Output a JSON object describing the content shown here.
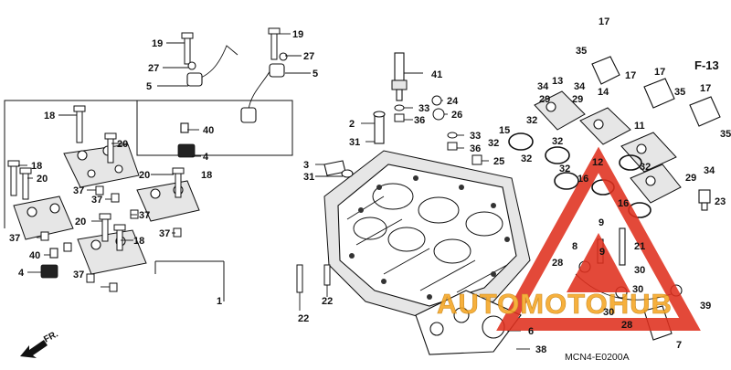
{
  "diagram": {
    "section_code": "F-13",
    "figure_code": "MCN4-E0200A",
    "front_label": "FR.",
    "watermark_text": "AUTOMOTOHUB",
    "colors": {
      "line": "#111111",
      "watermark_red": "#e0301e",
      "watermark_orange": "#f5a623"
    },
    "callouts": [
      {
        "id": "c1",
        "text": "1"
      },
      {
        "id": "c2",
        "text": "2"
      },
      {
        "id": "c3",
        "text": "3"
      },
      {
        "id": "c4a",
        "text": "4"
      },
      {
        "id": "c4b",
        "text": "4"
      },
      {
        "id": "c5a",
        "text": "5"
      },
      {
        "id": "c5b",
        "text": "5"
      },
      {
        "id": "c6",
        "text": "6"
      },
      {
        "id": "c7",
        "text": "7"
      },
      {
        "id": "c8",
        "text": "8"
      },
      {
        "id": "c9a",
        "text": "9"
      },
      {
        "id": "c9b",
        "text": "9"
      },
      {
        "id": "c11",
        "text": "11"
      },
      {
        "id": "c12",
        "text": "12"
      },
      {
        "id": "c13",
        "text": "13"
      },
      {
        "id": "c14",
        "text": "14"
      },
      {
        "id": "c15",
        "text": "15"
      },
      {
        "id": "c16a",
        "text": "16"
      },
      {
        "id": "c16b",
        "text": "16"
      },
      {
        "id": "c17a",
        "text": "17"
      },
      {
        "id": "c17b",
        "text": "17"
      },
      {
        "id": "c17c",
        "text": "17"
      },
      {
        "id": "c17d",
        "text": "17"
      },
      {
        "id": "c18a",
        "text": "18"
      },
      {
        "id": "c18b",
        "text": "18"
      },
      {
        "id": "c18c",
        "text": "18"
      },
      {
        "id": "c18d",
        "text": "18"
      },
      {
        "id": "c19a",
        "text": "19"
      },
      {
        "id": "c19b",
        "text": "19"
      },
      {
        "id": "c20a",
        "text": "20"
      },
      {
        "id": "c20b",
        "text": "20"
      },
      {
        "id": "c20c",
        "text": "20"
      },
      {
        "id": "c20d",
        "text": "20"
      },
      {
        "id": "c21",
        "text": "21"
      },
      {
        "id": "c22a",
        "text": "22"
      },
      {
        "id": "c22b",
        "text": "22"
      },
      {
        "id": "c23",
        "text": "23"
      },
      {
        "id": "c24",
        "text": "24"
      },
      {
        "id": "c25",
        "text": "25"
      },
      {
        "id": "c26",
        "text": "26"
      },
      {
        "id": "c27a",
        "text": "27"
      },
      {
        "id": "c27b",
        "text": "27"
      },
      {
        "id": "c28a",
        "text": "28"
      },
      {
        "id": "c28b",
        "text": "28"
      },
      {
        "id": "c29a",
        "text": "29"
      },
      {
        "id": "c29b",
        "text": "29"
      },
      {
        "id": "c29c",
        "text": "29"
      },
      {
        "id": "c30a",
        "text": "30"
      },
      {
        "id": "c30b",
        "text": "30"
      },
      {
        "id": "c30c",
        "text": "30"
      },
      {
        "id": "c31a",
        "text": "31"
      },
      {
        "id": "c31b",
        "text": "31"
      },
      {
        "id": "c32a",
        "text": "32"
      },
      {
        "id": "c32b",
        "text": "32"
      },
      {
        "id": "c32c",
        "text": "32"
      },
      {
        "id": "c32d",
        "text": "32"
      },
      {
        "id": "c32e",
        "text": "32"
      },
      {
        "id": "c32f",
        "text": "32"
      },
      {
        "id": "c33a",
        "text": "33"
      },
      {
        "id": "c33b",
        "text": "33"
      },
      {
        "id": "c34a",
        "text": "34"
      },
      {
        "id": "c34b",
        "text": "34"
      },
      {
        "id": "c34c",
        "text": "34"
      },
      {
        "id": "c35a",
        "text": "35"
      },
      {
        "id": "c35b",
        "text": "35"
      },
      {
        "id": "c35c",
        "text": "35"
      },
      {
        "id": "c36a",
        "text": "36"
      },
      {
        "id": "c36b",
        "text": "36"
      },
      {
        "id": "c37a",
        "text": "37"
      },
      {
        "id": "c37b",
        "text": "37"
      },
      {
        "id": "c37c",
        "text": "37"
      },
      {
        "id": "c37d",
        "text": "37"
      },
      {
        "id": "c37e",
        "text": "37"
      },
      {
        "id": "c37f",
        "text": "37"
      },
      {
        "id": "c38",
        "text": "38"
      },
      {
        "id": "c39",
        "text": "39"
      },
      {
        "id": "c40a",
        "text": "40"
      },
      {
        "id": "c40b",
        "text": "40"
      },
      {
        "id": "c41",
        "text": "41"
      }
    ]
  }
}
